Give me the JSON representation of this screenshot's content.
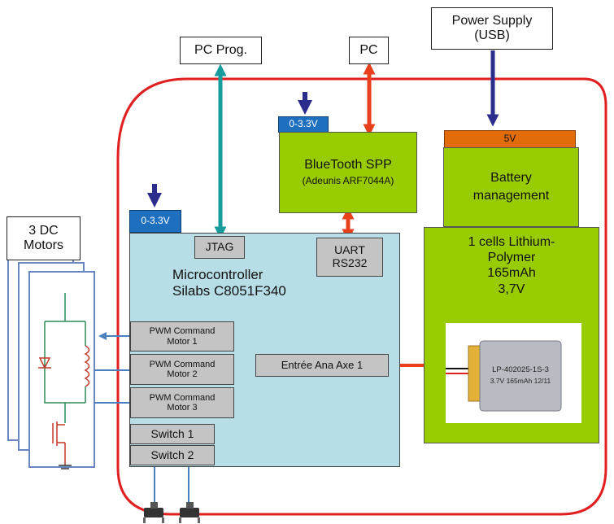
{
  "external": {
    "pc_prog": "PC Prog.",
    "pc": "PC",
    "power_supply": [
      "Power Supply",
      "(USB)"
    ],
    "motors_title": [
      "3 DC",
      "Motors"
    ]
  },
  "voltage": {
    "mcu_in": "0-3.3V",
    "bt_in": "0-3.3V",
    "battery_in": "5V"
  },
  "bluetooth": {
    "title": "BlueTooth SPP",
    "subtitle": "(Adeunis ARF7044A)"
  },
  "battery_management": [
    "Battery",
    "management"
  ],
  "battery_cell": [
    "1 cells Lithium-",
    "Polymer",
    "165mAh",
    "3,7V"
  ],
  "battery_label": [
    "LP-402025-1S-3",
    "3.7V 165mAh 12/11"
  ],
  "microcontroller": {
    "title": "Microcontroller",
    "part": "Silabs C8051F340",
    "jtag": "JTAG",
    "uart": [
      "UART",
      "RS232"
    ],
    "analog_in": "Entrée Ana Axe 1",
    "pwm": [
      [
        "PWM Command",
        "Motor 1"
      ],
      [
        "PWM Command",
        "Motor 2"
      ],
      [
        "PWM Command",
        "Motor 3"
      ]
    ],
    "switches": [
      "Switch 1",
      "Switch 2"
    ]
  },
  "colors": {
    "enclosure": "#e02020",
    "board": "#b7dde6",
    "module_green": "#99cc00",
    "voltage_blue": "#1f6fbf",
    "voltage_orange": "#e36c0a",
    "arrow_teal": "#169c9c",
    "arrow_red": "#e8401c",
    "arrow_navy": "#2b2d8c",
    "arrow_blue": "#4a7fc0"
  }
}
